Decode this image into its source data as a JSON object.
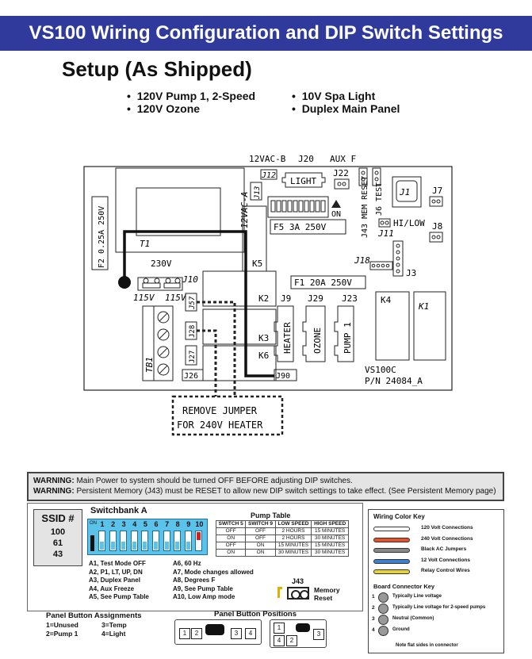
{
  "header": {
    "title": "VS100 Wiring Configuration and DIP Switch Settings"
  },
  "setup": {
    "title": "Setup (As Shipped)",
    "bullets_left": [
      "120V Pump 1, 2-Speed",
      "120V Ozone"
    ],
    "bullets_right": [
      "10V Spa Light",
      "Duplex Main Panel"
    ]
  },
  "board": {
    "label_12vac_b": "12VAC-B",
    "label_j20": "J20",
    "label_aux_f": "AUX F",
    "label_12vac_a": "12VAC-A",
    "label_j12": "J12",
    "label_j13": "J13",
    "label_light": "LIGHT",
    "label_j22": "J22",
    "label_j43": "J43 MEM RESET",
    "label_j6": "J6 TEST",
    "label_j1": "J1",
    "label_j7": "J7",
    "label_on": "ON",
    "label_f5": "F5   3A   250V",
    "label_hilow": "HI/LOW",
    "label_j11": "J11",
    "label_j8": "J8",
    "label_f2": "F2 0.25A  250V",
    "label_t1": "T1",
    "label_230v": "230V",
    "label_k5": "K5",
    "label_j18": "J18",
    "label_j3": "J3",
    "label_j10": "J10",
    "label_f1": "F1   20A   250V",
    "label_115v_a": "115V",
    "label_115v_b": "115V",
    "label_j57": "J57",
    "label_k2": "K2",
    "label_j9": "J9",
    "label_j29": "J29",
    "label_j23": "J23",
    "label_k4": "K4",
    "label_k1": "K1",
    "label_heater": "HEATER",
    "label_ozone": "OZONE",
    "label_pump1": "PUMP 1",
    "label_j28": "J28",
    "label_k3": "K3",
    "label_tb1": "TB1",
    "label_j27": "J27",
    "label_k6": "K6",
    "label_j26": "J26",
    "label_j90": "J90",
    "label_vs100c": "VS100C",
    "label_pn": "P/N 24084_A",
    "jumper_note_1": "REMOVE JUMPER",
    "jumper_note_2": "FOR 240V HEATER"
  },
  "warnings": {
    "w1_label": "WARNING:",
    "w1_text": " Main Power to system should be turned OFF BEFORE adjusting DIP switches.",
    "w2_label": "WARNING:",
    "w2_text": " Persistent Memory (J43) must be RESET to allow new DIP switch settings to take effect. (See Persistent Memory page)"
  },
  "ssid": {
    "label": "SSID #",
    "values": [
      "100",
      "61",
      "43"
    ]
  },
  "switchbank": {
    "title": "Switchbank A",
    "on_label": "ON",
    "numbers": [
      "1",
      "2",
      "3",
      "4",
      "5",
      "6",
      "7",
      "8",
      "9",
      "10"
    ],
    "on_states": [
      false,
      false,
      false,
      false,
      false,
      false,
      false,
      false,
      false,
      true
    ],
    "desc_left": [
      "A1, Test Mode OFF",
      "A2, P1, LT, UP, DN",
      "A3, Duplex Panel",
      "A4, Aux Freeze",
      "A5, See Pump Table"
    ],
    "desc_right": [
      "A6, 60 Hz",
      "A7, Mode changes allowed",
      "A8, Degrees F",
      "A9, See Pump Table",
      "A10, Low Amp mode"
    ]
  },
  "pump_table": {
    "title": "Pump Table",
    "headers": [
      "SWITCH 5",
      "SWITCH 9",
      "LOW SPEED",
      "HIGH SPEED"
    ],
    "rows": [
      [
        "OFF",
        "OFF",
        "2 HOURS",
        "15 MINUTES"
      ],
      [
        "ON",
        "OFF",
        "2 HOURS",
        "30 MINUTES"
      ],
      [
        "OFF",
        "ON",
        "15 MINUTES",
        "15 MINUTES"
      ],
      [
        "ON",
        "ON",
        "30 MINUTES",
        "30 MINUTES"
      ]
    ]
  },
  "j43": {
    "label": "J43",
    "text1": "Memory",
    "text2": "Reset"
  },
  "wiring_key": {
    "title": "Wiring Color Key",
    "items": [
      {
        "label": "120 Volt Connections",
        "color": "#ffffff"
      },
      {
        "label": "240 Volt Connections",
        "color": "#e8502a"
      },
      {
        "label": "Black AC Jumpers",
        "color": "#888888"
      },
      {
        "label": "12 Volt Connections",
        "color": "#3f7fd0"
      },
      {
        "label": "Relay Control Wires",
        "color": "#e8d430"
      }
    ]
  },
  "board_key": {
    "title": "Board Connector Key",
    "items": [
      {
        "num": "1",
        "label": "Typically Line voltage"
      },
      {
        "num": "2",
        "label": "Typically Line voltage for 2-speed pumps"
      },
      {
        "num": "3",
        "label": "Neutral (Common)"
      },
      {
        "num": "4",
        "label": "Ground"
      }
    ],
    "note": "Note flat sides in connector"
  },
  "panel_assign": {
    "title": "Panel Button Assignments",
    "col1": [
      "1=Unused",
      "2=Pump 1"
    ],
    "col2": [
      "3=Temp",
      "4=Light"
    ]
  },
  "panel_pos": {
    "title": "Panel Button Positions",
    "left_nums": [
      "1",
      "2",
      "3",
      "4"
    ],
    "right_nums": [
      "1",
      "4",
      "2",
      "3"
    ]
  }
}
